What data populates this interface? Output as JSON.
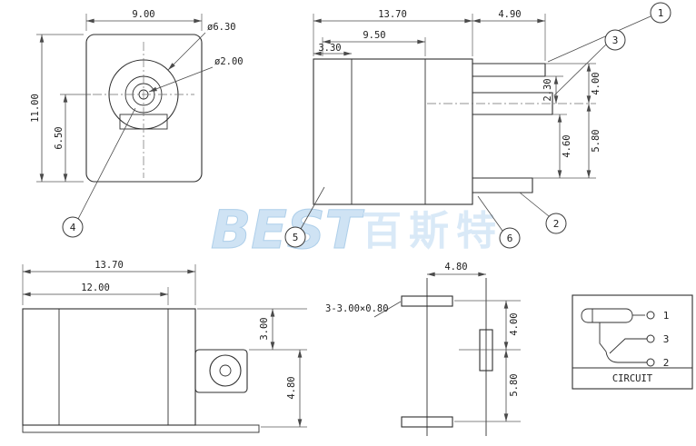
{
  "watermark": {
    "brand": "BEST",
    "cjk": "百斯特"
  },
  "front_view": {
    "dim_width": "9.00",
    "dim_height": "11.00",
    "dim_center": "6.50",
    "dim_outer_dia": "ø6.30",
    "dim_pin_dia": "ø2.00",
    "balloon_4": "4"
  },
  "side_view": {
    "dim_total": "13.70",
    "dim_body": "9.50",
    "dim_front": "3.30",
    "dim_pin": "4.90",
    "dim_2_30": "2.30",
    "dim_4_00": "4.00",
    "dim_5_80": "5.80",
    "dim_4_60": "4.60",
    "balloon_1": "1",
    "balloon_2": "2",
    "balloon_3": "3",
    "balloon_5": "5",
    "balloon_6": "6"
  },
  "bottom_view": {
    "dim_total": "13.70",
    "dim_body": "12.00",
    "dim_3_00": "3.00",
    "dim_4_80": "4.80"
  },
  "footprint_view": {
    "dim_pitch": "4.80",
    "dim_4_00": "4.00",
    "dim_5_80": "5.80",
    "note": "3-3.00×0.80"
  },
  "circuit": {
    "label": "CIRCUIT",
    "pin_1": "1",
    "pin_3": "3",
    "pin_2": "2"
  }
}
